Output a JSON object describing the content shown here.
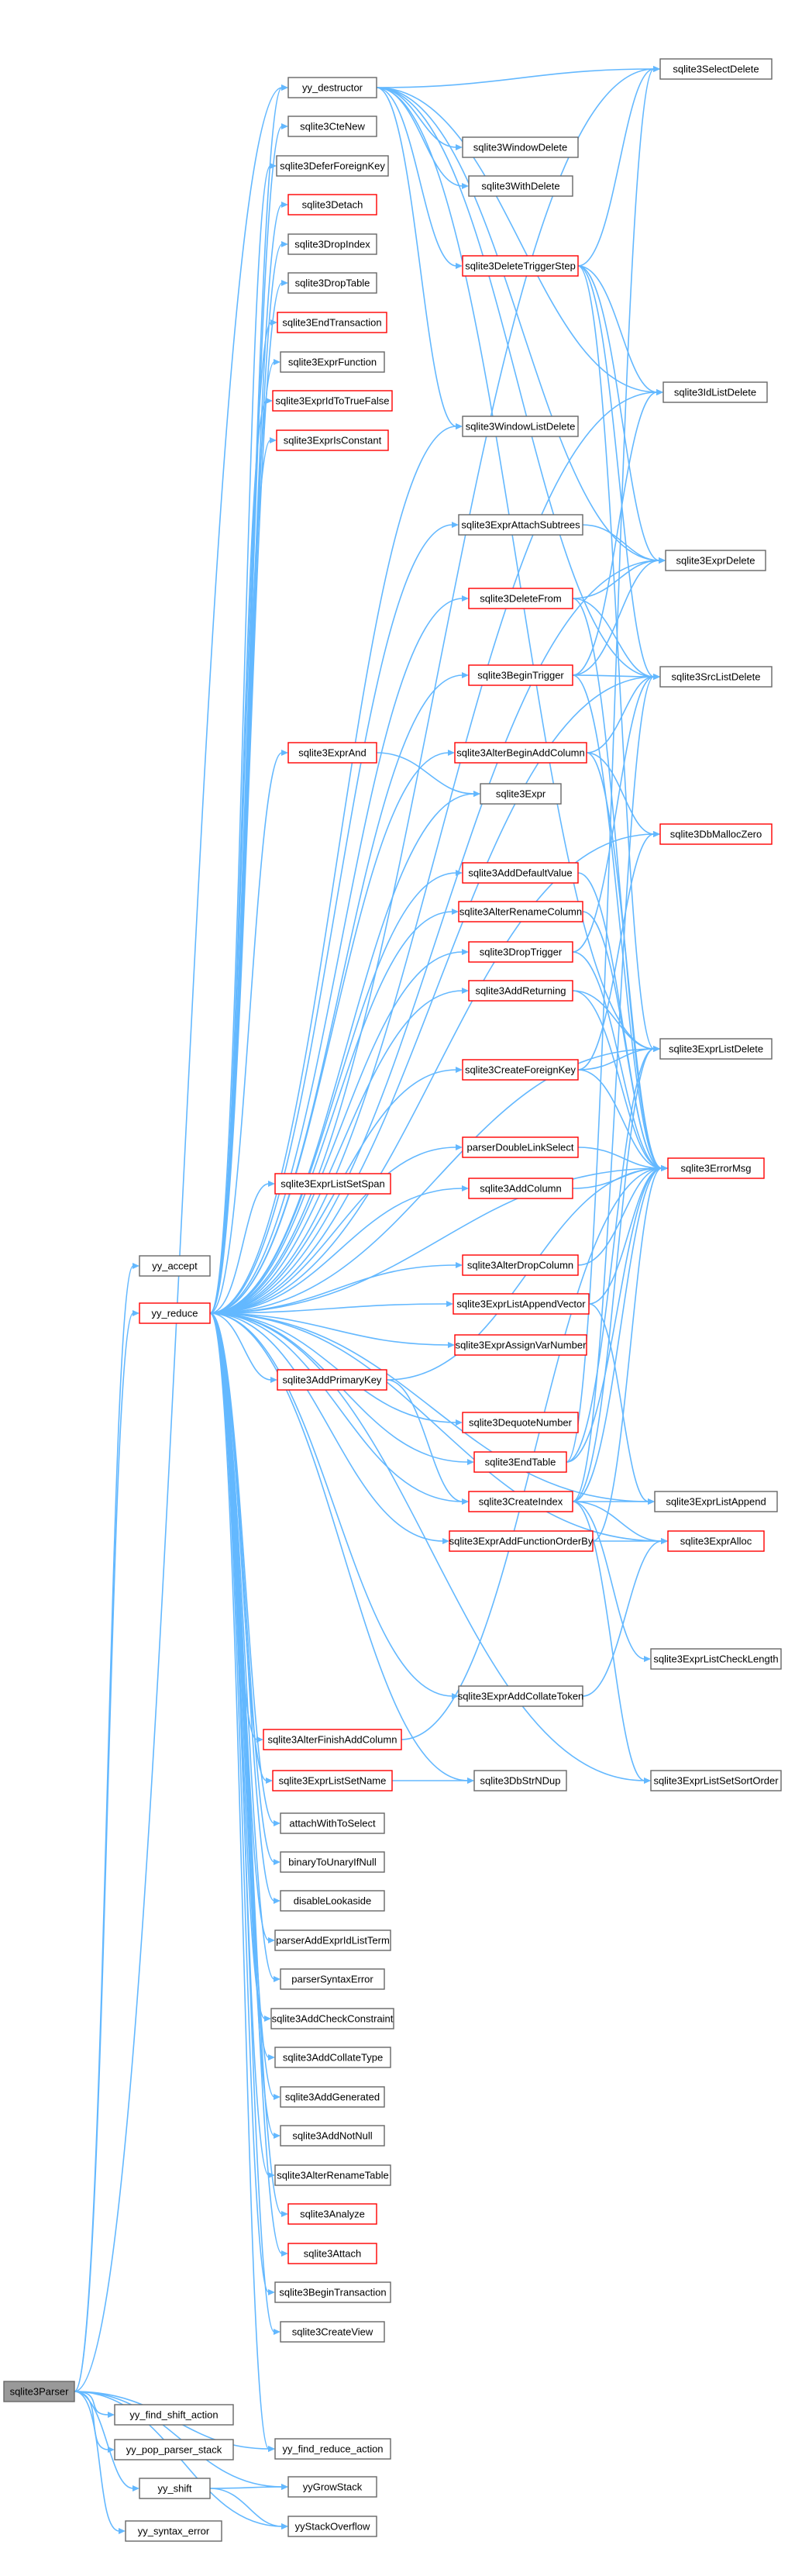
{
  "nodes": [
    {
      "id": "sqlite3Parser",
      "label": "sqlite3Parser",
      "style": "root"
    },
    {
      "id": "yy_accept",
      "label": "yy_accept",
      "style": "normal"
    },
    {
      "id": "yy_reduce",
      "label": "yy_reduce",
      "style": "red"
    },
    {
      "id": "yy_find_shift_action",
      "label": "yy_find_shift_action",
      "style": "normal"
    },
    {
      "id": "yy_pop_parser_stack",
      "label": "yy_pop_parser_stack",
      "style": "normal"
    },
    {
      "id": "yy_shift",
      "label": "yy_shift",
      "style": "normal"
    },
    {
      "id": "yy_syntax_error",
      "label": "yy_syntax_error",
      "style": "normal"
    },
    {
      "id": "yy_destructor",
      "label": "yy_destructor",
      "style": "normal"
    },
    {
      "id": "sqlite3CteNew",
      "label": "sqlite3CteNew",
      "style": "normal"
    },
    {
      "id": "sqlite3DeferForeignKey",
      "label": "sqlite3DeferForeignKey",
      "style": "normal"
    },
    {
      "id": "sqlite3Detach",
      "label": "sqlite3Detach",
      "style": "red"
    },
    {
      "id": "sqlite3DropIndex",
      "label": "sqlite3DropIndex",
      "style": "normal"
    },
    {
      "id": "sqlite3DropTable",
      "label": "sqlite3DropTable",
      "style": "normal"
    },
    {
      "id": "sqlite3EndTransaction",
      "label": "sqlite3EndTransaction",
      "style": "red"
    },
    {
      "id": "sqlite3ExprFunction",
      "label": "sqlite3ExprFunction",
      "style": "normal"
    },
    {
      "id": "sqlite3ExprIdToTrueFalse",
      "label": "sqlite3ExprIdToTrueFalse",
      "style": "red"
    },
    {
      "id": "sqlite3ExprIsConstant",
      "label": "sqlite3ExprIsConstant",
      "style": "red"
    },
    {
      "id": "sqlite3ExprAnd",
      "label": "sqlite3ExprAnd",
      "style": "red"
    },
    {
      "id": "sqlite3ExprListSetSpan",
      "label": "sqlite3ExprListSetSpan",
      "style": "red"
    },
    {
      "id": "sqlite3AddPrimaryKey",
      "label": "sqlite3AddPrimaryKey",
      "style": "red"
    },
    {
      "id": "sqlite3AlterFinishAddColumn",
      "label": "sqlite3AlterFinishAddColumn",
      "style": "red"
    },
    {
      "id": "sqlite3ExprListSetName",
      "label": "sqlite3ExprListSetName",
      "style": "red"
    },
    {
      "id": "attachWithToSelect",
      "label": "attachWithToSelect",
      "style": "normal"
    },
    {
      "id": "binaryToUnaryIfNull",
      "label": "binaryToUnaryIfNull",
      "style": "normal"
    },
    {
      "id": "disableLookaside",
      "label": "disableLookaside",
      "style": "normal"
    },
    {
      "id": "parserAddExprIdListTerm",
      "label": "parserAddExprIdListTerm",
      "style": "normal"
    },
    {
      "id": "parserSyntaxError",
      "label": "parserSyntaxError",
      "style": "normal"
    },
    {
      "id": "sqlite3AddCheckConstraint",
      "label": "sqlite3AddCheckConstraint",
      "style": "normal"
    },
    {
      "id": "sqlite3AddCollateType",
      "label": "sqlite3AddCollateType",
      "style": "normal"
    },
    {
      "id": "sqlite3AddGenerated",
      "label": "sqlite3AddGenerated",
      "style": "normal"
    },
    {
      "id": "sqlite3AddNotNull",
      "label": "sqlite3AddNotNull",
      "style": "normal"
    },
    {
      "id": "sqlite3AlterRenameTable",
      "label": "sqlite3AlterRenameTable",
      "style": "normal"
    },
    {
      "id": "sqlite3Analyze",
      "label": "sqlite3Analyze",
      "style": "red"
    },
    {
      "id": "sqlite3Attach",
      "label": "sqlite3Attach",
      "style": "red"
    },
    {
      "id": "sqlite3BeginTransaction",
      "label": "sqlite3BeginTransaction",
      "style": "normal"
    },
    {
      "id": "sqlite3CreateView",
      "label": "sqlite3CreateView",
      "style": "normal"
    },
    {
      "id": "yy_find_reduce_action",
      "label": "yy_find_reduce_action",
      "style": "normal"
    },
    {
      "id": "yyGrowStack",
      "label": "yyGrowStack",
      "style": "normal"
    },
    {
      "id": "yyStackOverflow",
      "label": "yyStackOverflow",
      "style": "normal"
    },
    {
      "id": "sqlite3WindowDelete",
      "label": "sqlite3WindowDelete",
      "style": "normal"
    },
    {
      "id": "sqlite3WithDelete",
      "label": "sqlite3WithDelete",
      "style": "normal"
    },
    {
      "id": "sqlite3DeleteTriggerStep",
      "label": "sqlite3DeleteTriggerStep",
      "style": "red"
    },
    {
      "id": "sqlite3WindowListDelete",
      "label": "sqlite3WindowListDelete",
      "style": "normal"
    },
    {
      "id": "sqlite3ExprAttachSubtrees",
      "label": "sqlite3ExprAttachSubtrees",
      "style": "normal"
    },
    {
      "id": "sqlite3DeleteFrom",
      "label": "sqlite3DeleteFrom",
      "style": "red"
    },
    {
      "id": "sqlite3BeginTrigger",
      "label": "sqlite3BeginTrigger",
      "style": "red"
    },
    {
      "id": "sqlite3AlterBeginAddColumn",
      "label": "sqlite3AlterBeginAddColumn",
      "style": "red"
    },
    {
      "id": "sqlite3Expr",
      "label": "sqlite3Expr",
      "style": "normal"
    },
    {
      "id": "sqlite3AddDefaultValue",
      "label": "sqlite3AddDefaultValue",
      "style": "red"
    },
    {
      "id": "sqlite3AlterRenameColumn",
      "label": "sqlite3AlterRenameColumn",
      "style": "red"
    },
    {
      "id": "sqlite3DropTrigger",
      "label": "sqlite3DropTrigger",
      "style": "red"
    },
    {
      "id": "sqlite3AddReturning",
      "label": "sqlite3AddReturning",
      "style": "red"
    },
    {
      "id": "sqlite3CreateForeignKey",
      "label": "sqlite3CreateForeignKey",
      "style": "red"
    },
    {
      "id": "parserDoubleLinkSelect",
      "label": "parserDoubleLinkSelect",
      "style": "red"
    },
    {
      "id": "sqlite3AddColumn",
      "label": "sqlite3AddColumn",
      "style": "red"
    },
    {
      "id": "sqlite3AlterDropColumn",
      "label": "sqlite3AlterDropColumn",
      "style": "red"
    },
    {
      "id": "sqlite3ExprListAppendVector",
      "label": "sqlite3ExprListAppendVector",
      "style": "red"
    },
    {
      "id": "sqlite3ExprAssignVarNumber",
      "label": "sqlite3ExprAssignVarNumber",
      "style": "red"
    },
    {
      "id": "sqlite3DequoteNumber",
      "label": "sqlite3DequoteNumber",
      "style": "red"
    },
    {
      "id": "sqlite3EndTable",
      "label": "sqlite3EndTable",
      "style": "red"
    },
    {
      "id": "sqlite3CreateIndex",
      "label": "sqlite3CreateIndex",
      "style": "red"
    },
    {
      "id": "sqlite3ExprAddFunctionOrderBy",
      "label": "sqlite3ExprAddFunctionOrderBy",
      "style": "red"
    },
    {
      "id": "sqlite3ExprAddCollateToken",
      "label": "sqlite3ExprAddCollateToken",
      "style": "normal"
    },
    {
      "id": "sqlite3DbStrNDup",
      "label": "sqlite3DbStrNDup",
      "style": "normal"
    },
    {
      "id": "sqlite3SelectDelete",
      "label": "sqlite3SelectDelete",
      "style": "normal"
    },
    {
      "id": "sqlite3IdListDelete",
      "label": "sqlite3IdListDelete",
      "style": "normal"
    },
    {
      "id": "sqlite3ExprDelete",
      "label": "sqlite3ExprDelete",
      "style": "normal"
    },
    {
      "id": "sqlite3SrcListDelete",
      "label": "sqlite3SrcListDelete",
      "style": "normal"
    },
    {
      "id": "sqlite3DbMallocZero",
      "label": "sqlite3DbMallocZero",
      "style": "red"
    },
    {
      "id": "sqlite3ExprListDelete",
      "label": "sqlite3ExprListDelete",
      "style": "normal"
    },
    {
      "id": "sqlite3ErrorMsg",
      "label": "sqlite3ErrorMsg",
      "style": "red"
    },
    {
      "id": "sqlite3ExprListAppend",
      "label": "sqlite3ExprListAppend",
      "style": "normal"
    },
    {
      "id": "sqlite3ExprAlloc",
      "label": "sqlite3ExprAlloc",
      "style": "red"
    },
    {
      "id": "sqlite3ExprListCheckLength",
      "label": "sqlite3ExprListCheckLength",
      "style": "normal"
    },
    {
      "id": "sqlite3ExprListSetSortOrder",
      "label": "sqlite3ExprListSetSortOrder",
      "style": "normal"
    }
  ],
  "edges": [
    [
      "sqlite3Parser",
      "yy_accept"
    ],
    [
      "sqlite3Parser",
      "yy_reduce"
    ],
    [
      "sqlite3Parser",
      "yy_find_shift_action"
    ],
    [
      "sqlite3Parser",
      "yy_pop_parser_stack"
    ],
    [
      "sqlite3Parser",
      "yy_shift"
    ],
    [
      "sqlite3Parser",
      "yy_syntax_error"
    ],
    [
      "sqlite3Parser",
      "yy_destructor"
    ],
    [
      "sqlite3Parser",
      "yy_find_reduce_action"
    ],
    [
      "sqlite3Parser",
      "yyGrowStack"
    ],
    [
      "sqlite3Parser",
      "yyStackOverflow"
    ],
    [
      "yy_shift",
      "yyGrowStack"
    ],
    [
      "yy_shift",
      "yyStackOverflow"
    ],
    [
      "yy_reduce",
      "yy_destructor"
    ],
    [
      "yy_reduce",
      "sqlite3CteNew"
    ],
    [
      "yy_reduce",
      "sqlite3DeferForeignKey"
    ],
    [
      "yy_reduce",
      "sqlite3Detach"
    ],
    [
      "yy_reduce",
      "sqlite3DropIndex"
    ],
    [
      "yy_reduce",
      "sqlite3DropTable"
    ],
    [
      "yy_reduce",
      "sqlite3EndTransaction"
    ],
    [
      "yy_reduce",
      "sqlite3ExprFunction"
    ],
    [
      "yy_reduce",
      "sqlite3ExprIdToTrueFalse"
    ],
    [
      "yy_reduce",
      "sqlite3ExprIsConstant"
    ],
    [
      "yy_reduce",
      "sqlite3ExprAnd"
    ],
    [
      "yy_reduce",
      "sqlite3ExprListSetSpan"
    ],
    [
      "yy_reduce",
      "sqlite3AddPrimaryKey"
    ],
    [
      "yy_reduce",
      "sqlite3AlterFinishAddColumn"
    ],
    [
      "yy_reduce",
      "sqlite3ExprListSetName"
    ],
    [
      "yy_reduce",
      "attachWithToSelect"
    ],
    [
      "yy_reduce",
      "binaryToUnaryIfNull"
    ],
    [
      "yy_reduce",
      "disableLookaside"
    ],
    [
      "yy_reduce",
      "parserAddExprIdListTerm"
    ],
    [
      "yy_reduce",
      "parserSyntaxError"
    ],
    [
      "yy_reduce",
      "sqlite3AddCheckConstraint"
    ],
    [
      "yy_reduce",
      "sqlite3AddCollateType"
    ],
    [
      "yy_reduce",
      "sqlite3AddGenerated"
    ],
    [
      "yy_reduce",
      "sqlite3AddNotNull"
    ],
    [
      "yy_reduce",
      "sqlite3AlterRenameTable"
    ],
    [
      "yy_reduce",
      "sqlite3Analyze"
    ],
    [
      "yy_reduce",
      "sqlite3Attach"
    ],
    [
      "yy_reduce",
      "sqlite3BeginTransaction"
    ],
    [
      "yy_reduce",
      "sqlite3CreateView"
    ],
    [
      "yy_reduce",
      "yy_find_reduce_action"
    ],
    [
      "yy_reduce",
      "sqlite3WindowListDelete"
    ],
    [
      "yy_reduce",
      "sqlite3ExprAttachSubtrees"
    ],
    [
      "yy_reduce",
      "sqlite3DeleteFrom"
    ],
    [
      "yy_reduce",
      "sqlite3BeginTrigger"
    ],
    [
      "yy_reduce",
      "sqlite3AlterBeginAddColumn"
    ],
    [
      "yy_reduce",
      "sqlite3Expr"
    ],
    [
      "yy_reduce",
      "sqlite3AddDefaultValue"
    ],
    [
      "yy_reduce",
      "sqlite3AlterRenameColumn"
    ],
    [
      "yy_reduce",
      "sqlite3DropTrigger"
    ],
    [
      "yy_reduce",
      "sqlite3AddReturning"
    ],
    [
      "yy_reduce",
      "sqlite3CreateForeignKey"
    ],
    [
      "yy_reduce",
      "parserDoubleLinkSelect"
    ],
    [
      "yy_reduce",
      "sqlite3AddColumn"
    ],
    [
      "yy_reduce",
      "sqlite3AlterDropColumn"
    ],
    [
      "yy_reduce",
      "sqlite3ExprListAppendVector"
    ],
    [
      "yy_reduce",
      "sqlite3ExprAssignVarNumber"
    ],
    [
      "yy_reduce",
      "sqlite3DequoteNumber"
    ],
    [
      "yy_reduce",
      "sqlite3EndTable"
    ],
    [
      "yy_reduce",
      "sqlite3CreateIndex"
    ],
    [
      "yy_reduce",
      "sqlite3ExprAddFunctionOrderBy"
    ],
    [
      "yy_reduce",
      "sqlite3ExprAddCollateToken"
    ],
    [
      "yy_reduce",
      "sqlite3DbStrNDup"
    ],
    [
      "yy_reduce",
      "sqlite3SelectDelete"
    ],
    [
      "yy_reduce",
      "sqlite3IdListDelete"
    ],
    [
      "yy_reduce",
      "sqlite3ExprDelete"
    ],
    [
      "yy_reduce",
      "sqlite3SrcListDelete"
    ],
    [
      "yy_reduce",
      "sqlite3DbMallocZero"
    ],
    [
      "yy_reduce",
      "sqlite3ExprListDelete"
    ],
    [
      "yy_reduce",
      "sqlite3ErrorMsg"
    ],
    [
      "yy_reduce",
      "sqlite3ExprListAppend"
    ],
    [
      "yy_reduce",
      "sqlite3ExprAlloc"
    ],
    [
      "yy_reduce",
      "sqlite3ExprListSetSortOrder"
    ],
    [
      "yy_destructor",
      "sqlite3SelectDelete"
    ],
    [
      "yy_destructor",
      "sqlite3WindowDelete"
    ],
    [
      "yy_destructor",
      "sqlite3WithDelete"
    ],
    [
      "yy_destructor",
      "sqlite3DeleteTriggerStep"
    ],
    [
      "yy_destructor",
      "sqlite3WindowListDelete"
    ],
    [
      "yy_destructor",
      "sqlite3IdListDelete"
    ],
    [
      "yy_destructor",
      "sqlite3ExprDelete"
    ],
    [
      "yy_destructor",
      "sqlite3SrcListDelete"
    ],
    [
      "yy_destructor",
      "sqlite3ExprListDelete"
    ],
    [
      "sqlite3DeleteTriggerStep",
      "sqlite3SelectDelete"
    ],
    [
      "sqlite3DeleteTriggerStep",
      "sqlite3IdListDelete"
    ],
    [
      "sqlite3DeleteTriggerStep",
      "sqlite3ExprDelete"
    ],
    [
      "sqlite3DeleteTriggerStep",
      "sqlite3SrcListDelete"
    ],
    [
      "sqlite3DeleteTriggerStep",
      "sqlite3ExprListDelete"
    ],
    [
      "sqlite3ExprAttachSubtrees",
      "sqlite3ExprDelete"
    ],
    [
      "sqlite3DeleteFrom",
      "sqlite3ExprDelete"
    ],
    [
      "sqlite3DeleteFrom",
      "sqlite3SrcListDelete"
    ],
    [
      "sqlite3DeleteFrom",
      "sqlite3ErrorMsg"
    ],
    [
      "sqlite3BeginTrigger",
      "sqlite3IdListDelete"
    ],
    [
      "sqlite3BeginTrigger",
      "sqlite3ExprDelete"
    ],
    [
      "sqlite3BeginTrigger",
      "sqlite3SrcListDelete"
    ],
    [
      "sqlite3BeginTrigger",
      "sqlite3ErrorMsg"
    ],
    [
      "sqlite3ExprAnd",
      "sqlite3Expr"
    ],
    [
      "sqlite3AlterBeginAddColumn",
      "sqlite3SrcListDelete"
    ],
    [
      "sqlite3AlterBeginAddColumn",
      "sqlite3DbMallocZero"
    ],
    [
      "sqlite3AlterBeginAddColumn",
      "sqlite3ErrorMsg"
    ],
    [
      "sqlite3AddDefaultValue",
      "sqlite3ErrorMsg"
    ],
    [
      "sqlite3AlterRenameColumn",
      "sqlite3ErrorMsg"
    ],
    [
      "sqlite3DropTrigger",
      "sqlite3SrcListDelete"
    ],
    [
      "sqlite3DropTrigger",
      "sqlite3ErrorMsg"
    ],
    [
      "sqlite3AddReturning",
      "sqlite3ExprListDelete"
    ],
    [
      "sqlite3AddReturning",
      "sqlite3ErrorMsg"
    ],
    [
      "sqlite3CreateForeignKey",
      "sqlite3DbMallocZero"
    ],
    [
      "sqlite3CreateForeignKey",
      "sqlite3ExprListDelete"
    ],
    [
      "sqlite3CreateForeignKey",
      "sqlite3ErrorMsg"
    ],
    [
      "parserDoubleLinkSelect",
      "sqlite3ErrorMsg"
    ],
    [
      "sqlite3AddColumn",
      "sqlite3ErrorMsg"
    ],
    [
      "sqlite3AlterDropColumn",
      "sqlite3ErrorMsg"
    ],
    [
      "sqlite3ExprListAppendVector",
      "sqlite3ErrorMsg"
    ],
    [
      "sqlite3ExprListAppendVector",
      "sqlite3ExprListAppend"
    ],
    [
      "sqlite3AddPrimaryKey",
      "sqlite3CreateIndex"
    ],
    [
      "sqlite3AddPrimaryKey",
      "sqlite3ErrorMsg"
    ],
    [
      "sqlite3EndTable",
      "sqlite3SelectDelete"
    ],
    [
      "sqlite3EndTable",
      "sqlite3ErrorMsg"
    ],
    [
      "sqlite3EndTable",
      "sqlite3ExprListDelete"
    ],
    [
      "sqlite3CreateIndex",
      "sqlite3SrcListDelete"
    ],
    [
      "sqlite3CreateIndex",
      "sqlite3ErrorMsg"
    ],
    [
      "sqlite3CreateIndex",
      "sqlite3ExprListAppend"
    ],
    [
      "sqlite3CreateIndex",
      "sqlite3ExprAlloc"
    ],
    [
      "sqlite3CreateIndex",
      "sqlite3ExprListCheckLength"
    ],
    [
      "sqlite3CreateIndex",
      "sqlite3ExprListSetSortOrder"
    ],
    [
      "sqlite3CreateIndex",
      "sqlite3ExprListDelete"
    ],
    [
      "sqlite3ExprAddFunctionOrderBy",
      "sqlite3ExprAlloc"
    ],
    [
      "sqlite3ExprAddFunctionOrderBy",
      "sqlite3ErrorMsg"
    ],
    [
      "sqlite3ExprAddCollateToken",
      "sqlite3ExprAlloc"
    ],
    [
      "sqlite3AlterFinishAddColumn",
      "sqlite3ErrorMsg"
    ],
    [
      "sqlite3ExprListSetName",
      "sqlite3DbStrNDup"
    ]
  ]
}
